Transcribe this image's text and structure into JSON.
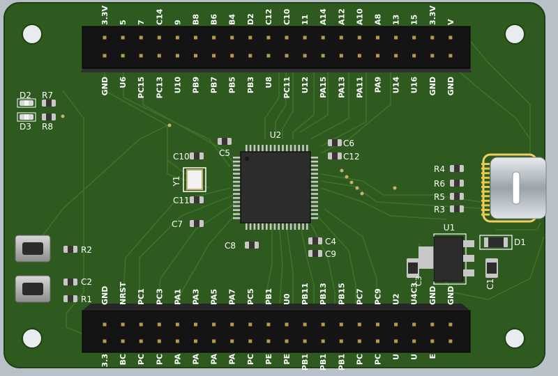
{
  "board": {
    "soldermask_color": "#2e5a1f",
    "silk_color": "#ffffff",
    "header_color": "#141414",
    "pin_color": "#b89a4a"
  },
  "top_header": {
    "top_row_labels": [
      "3.3V",
      "5",
      "7",
      "C14",
      "9",
      "B8",
      "B6",
      "B4",
      "D2",
      "C12",
      "C10",
      "11",
      "A14",
      "A12",
      "A10",
      "A8",
      "13",
      "15",
      "3.3V",
      "V"
    ],
    "bottom_row_labels": [
      "GND",
      "U6",
      "PC15",
      "PC13",
      "U10",
      "PB9",
      "PB7",
      "PB5",
      "PB3",
      "U8",
      "PC11",
      "U12",
      "PA15",
      "PA13",
      "PA11",
      "PA9",
      "U14",
      "U16",
      "GND",
      "GND"
    ]
  },
  "bottom_header": {
    "top_row_labels": [
      "GND",
      "NRST",
      "PC1",
      "PC3",
      "PA1",
      "PA3",
      "PA5",
      "PA7",
      "PC5",
      "PB1",
      "U0",
      "PB11",
      "PB13",
      "PB15",
      "PC7",
      "PC9",
      "U2",
      "U4C3",
      "GND",
      "GND"
    ],
    "bottom_row_labels": [
      "3.3",
      "BC",
      "PC",
      "PC",
      "PA",
      "PA",
      "PA",
      "PA",
      "PC",
      "PE",
      "PE",
      "PB1",
      "PB1",
      "PB1",
      "PC",
      "PC",
      "U",
      "U",
      "E",
      ""
    ]
  },
  "designators": {
    "u1": "U1",
    "u2": "U2",
    "y1": "Y1",
    "c1": "C1",
    "c2": "C2",
    "c3": "C3",
    "c4": "C4",
    "c5": "C5",
    "c6": "C6",
    "c7": "C7",
    "c8": "C8",
    "c9": "C9",
    "c10": "C10",
    "c11": "C11",
    "c12": "C12",
    "r1": "R1",
    "r2": "R2",
    "r3": "R3",
    "r4": "R4",
    "r5": "R5",
    "r6": "R6",
    "r7": "R7",
    "r8": "R8",
    "d1": "D1",
    "d2": "D2",
    "d3": "D3"
  }
}
